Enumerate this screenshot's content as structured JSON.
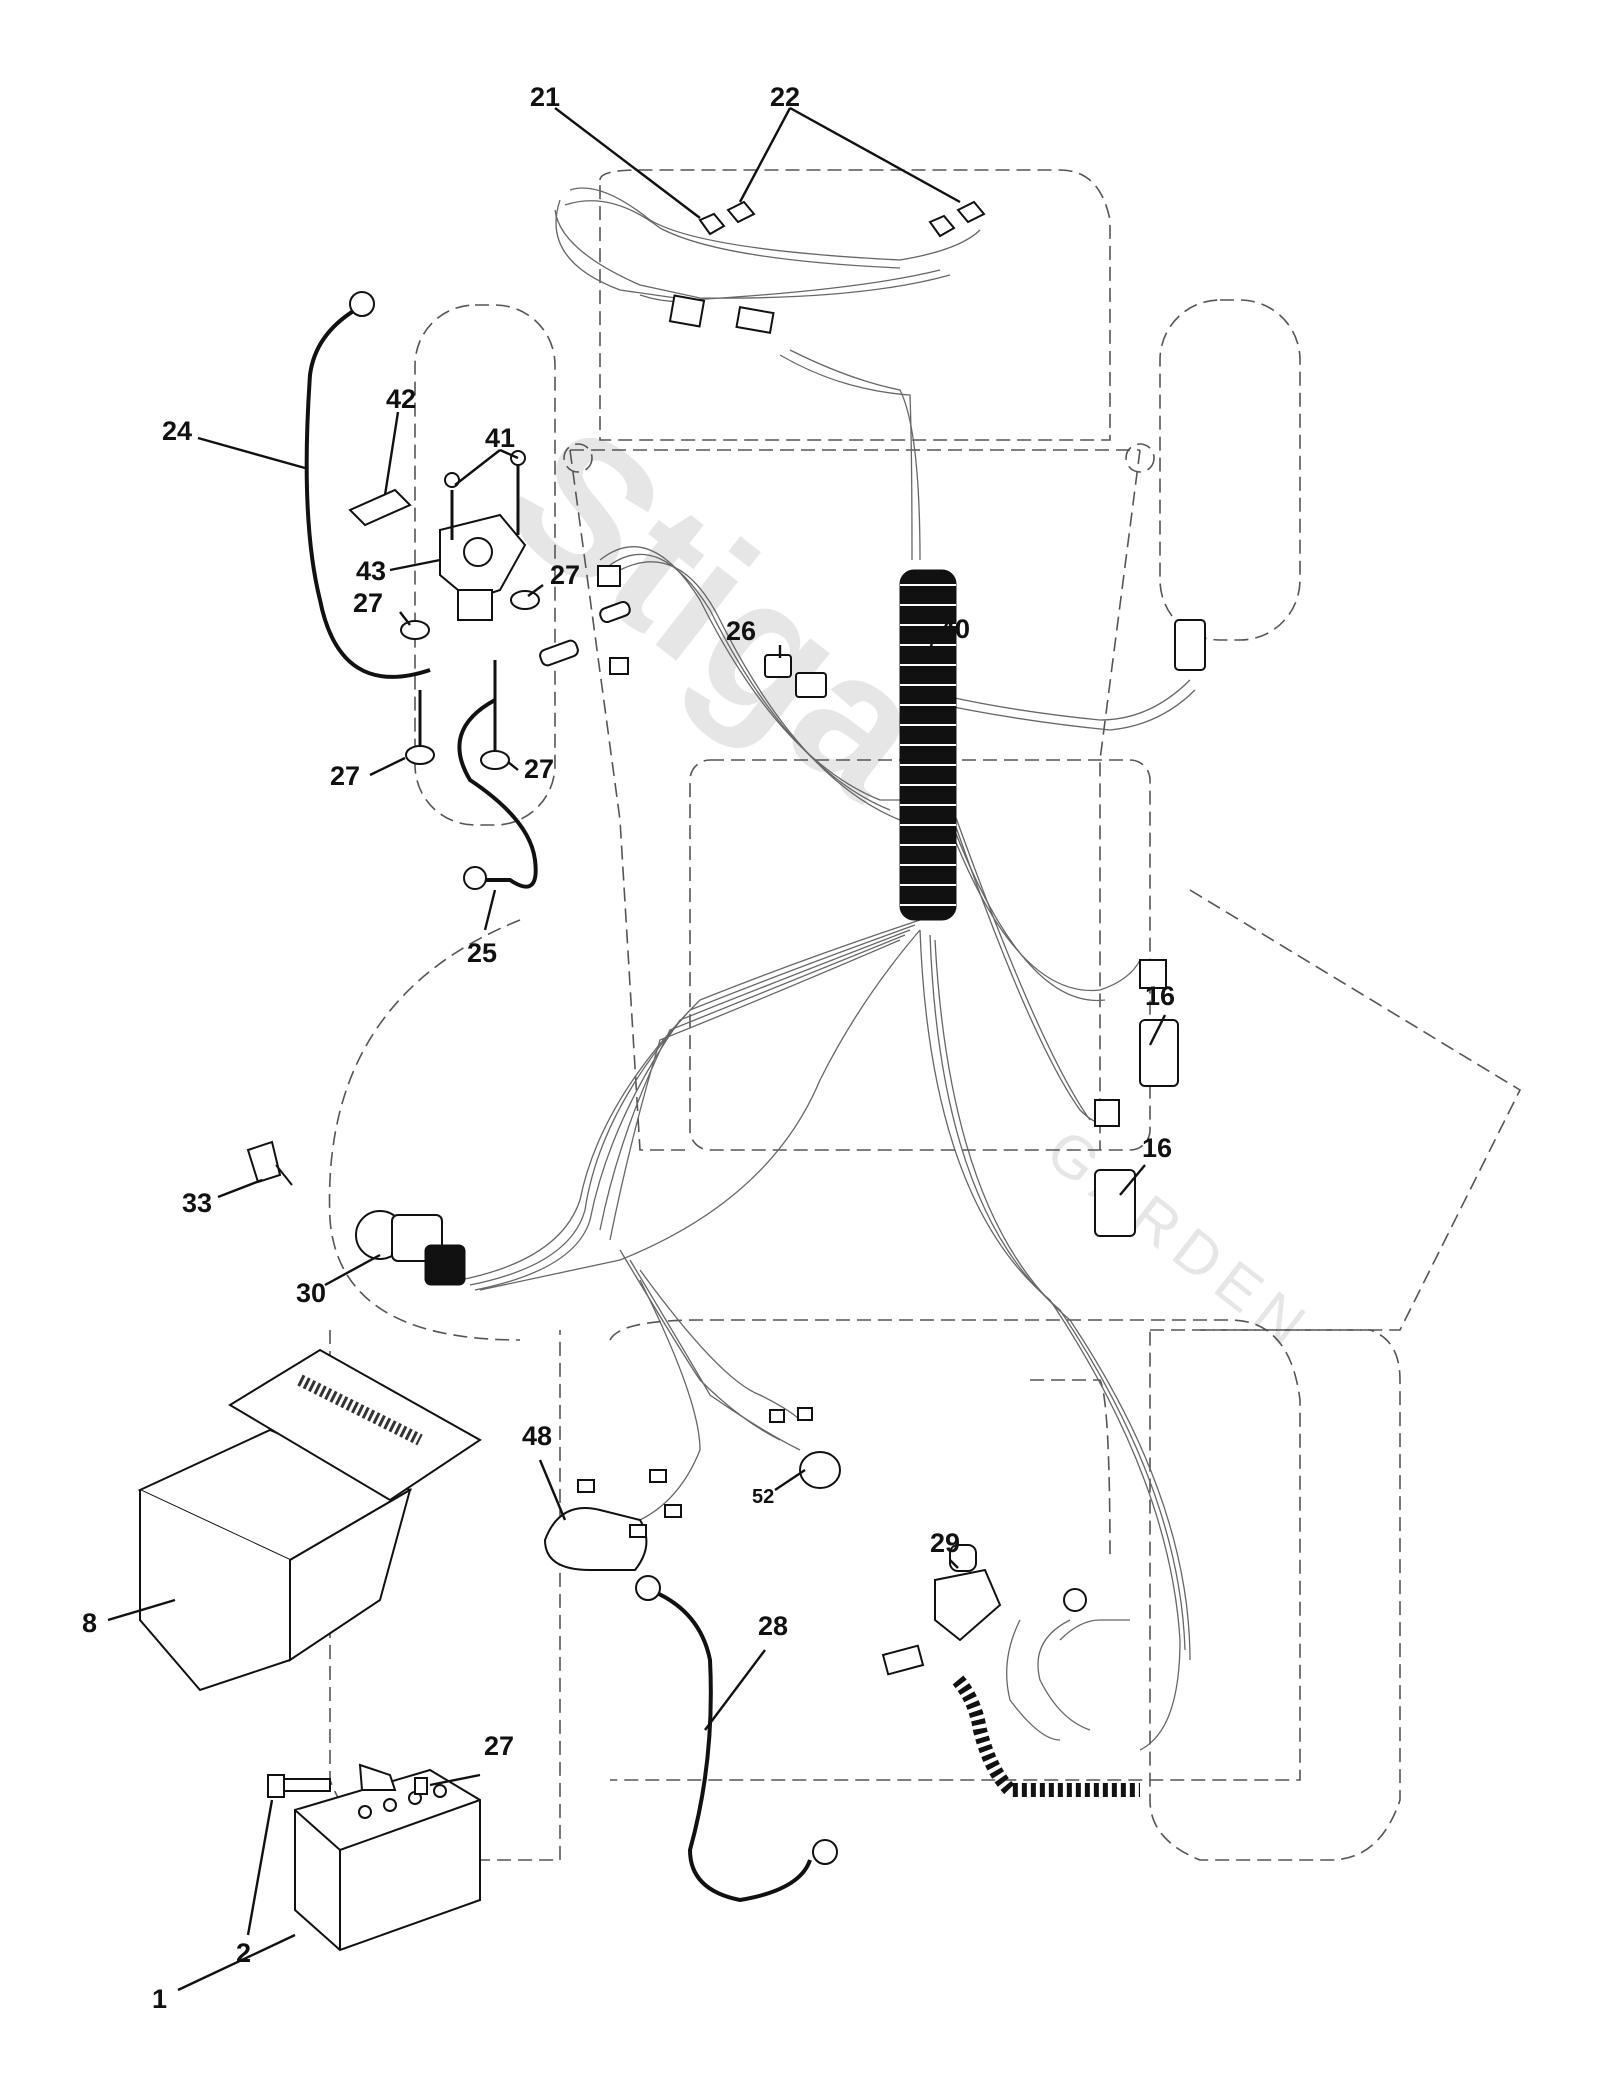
{
  "diagram": {
    "watermark": {
      "brand": "Stiga",
      "sub": "GARDEN"
    },
    "callouts": [
      {
        "id": "c1",
        "text": "1"
      },
      {
        "id": "c2",
        "text": "2"
      },
      {
        "id": "c8",
        "text": "8"
      },
      {
        "id": "c16a",
        "text": "16"
      },
      {
        "id": "c16b",
        "text": "16"
      },
      {
        "id": "c21",
        "text": "21"
      },
      {
        "id": "c22",
        "text": "22"
      },
      {
        "id": "c24",
        "text": "24"
      },
      {
        "id": "c25",
        "text": "25"
      },
      {
        "id": "c26",
        "text": "26"
      },
      {
        "id": "c27a",
        "text": "27"
      },
      {
        "id": "c27b",
        "text": "27"
      },
      {
        "id": "c27c",
        "text": "27"
      },
      {
        "id": "c27d",
        "text": "27"
      },
      {
        "id": "c27e",
        "text": "27"
      },
      {
        "id": "c28",
        "text": "28"
      },
      {
        "id": "c29",
        "text": "29"
      },
      {
        "id": "c30",
        "text": "30"
      },
      {
        "id": "c33",
        "text": "33"
      },
      {
        "id": "c40",
        "text": "40"
      },
      {
        "id": "c41",
        "text": "41"
      },
      {
        "id": "c42",
        "text": "42"
      },
      {
        "id": "c43",
        "text": "43"
      },
      {
        "id": "c48",
        "text": "48"
      },
      {
        "id": "c52",
        "text": "52"
      }
    ]
  }
}
